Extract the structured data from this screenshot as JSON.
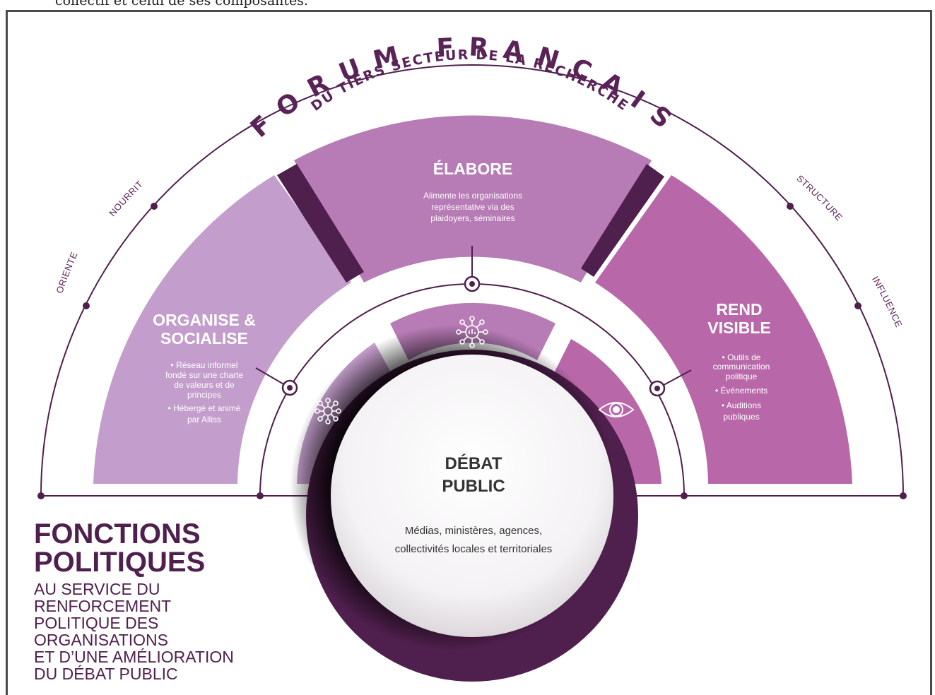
{
  "intro_text": "collectif et celui de ses composantes.",
  "arc": {
    "title_line1": "FORUM FRANCAIS",
    "title_line2": "DU TIERS SECTEUR DE LA RECHERCHE"
  },
  "verbs": {
    "oriente": "ORIENTE",
    "nourrit": "NOURRIT",
    "structure": "STRUCTURE",
    "influence": "INFLUENCE"
  },
  "segments": {
    "left": {
      "title_line1": "ORGANISE &",
      "title_line2": "SOCIALISE",
      "bullet1_line1": "• Réseau informel",
      "bullet1_line2": "fondé sur une charte",
      "bullet1_line3": "de valeurs et de",
      "bullet1_line4": "principes",
      "bullet2_line1": "• Hébergé et animé",
      "bullet2_line2": "par Alliss"
    },
    "top": {
      "title": "ÉLABORE",
      "body_line1": "Alimente les organisations",
      "body_line2": "représentative via des",
      "body_line3": "plaidoyers, séminaires"
    },
    "right": {
      "title_line1": "REND",
      "title_line2": "VISIBLE",
      "bullet1_line1": "• Outils de",
      "bullet1_line2": "communication",
      "bullet1_line3": "politique",
      "bullet2": "• Événements",
      "bullet3_line1": "• Auditions",
      "bullet3_line2": "publiques"
    }
  },
  "core": {
    "title_line1": "DÉBAT",
    "title_line2": "PUBLIC",
    "body_line1": "Médias, ministères, agences,",
    "body_line2": "collectivités locales et territoriales"
  },
  "headline": {
    "line1": "FONCTIONS",
    "line2": "POLITIQUES"
  },
  "subline": {
    "line1": "AU SERVICE DU",
    "line2": "RENFORCEMENT",
    "line3": "POLITIQUE DES",
    "line4": "ORGANISATIONS",
    "line5": "ET D’UNE AMÉLIORATION",
    "line6": "DU DÉBAT PUBLIC"
  },
  "icons": {
    "network_top": "network-cluster-icon",
    "network_left": "molecule-network-icon",
    "eye": "eye-icon"
  },
  "colors": {
    "dark_plum": "#4f1f4d",
    "light_mauve": "#c39dcb",
    "mid_mauve": "#b77bb5",
    "magenta_mauve": "#b868a8"
  }
}
